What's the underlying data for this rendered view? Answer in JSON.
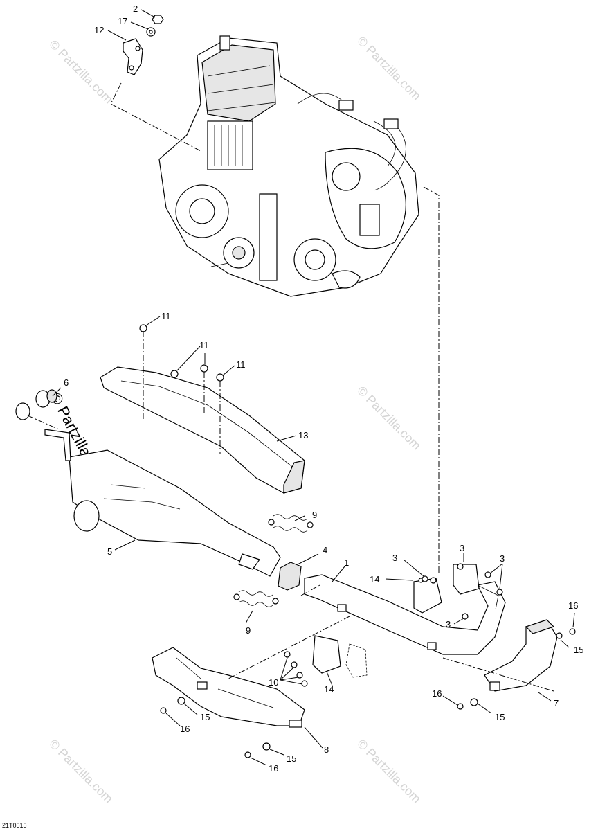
{
  "diagram": {
    "doc_id": "21T0515",
    "watermark_text": "© Partzilla.com",
    "watermark_main": "© Partzilla.com",
    "callouts": {
      "c1": "1",
      "c2": "2",
      "c3": "3",
      "c4": "4",
      "c5": "5",
      "c6": "6",
      "c7": "7",
      "c8": "8",
      "c9": "9",
      "c10": "10",
      "c11": "11",
      "c12": "12",
      "c13": "13",
      "c14": "14",
      "c15": "15",
      "c16": "16",
      "c17": "17"
    }
  }
}
